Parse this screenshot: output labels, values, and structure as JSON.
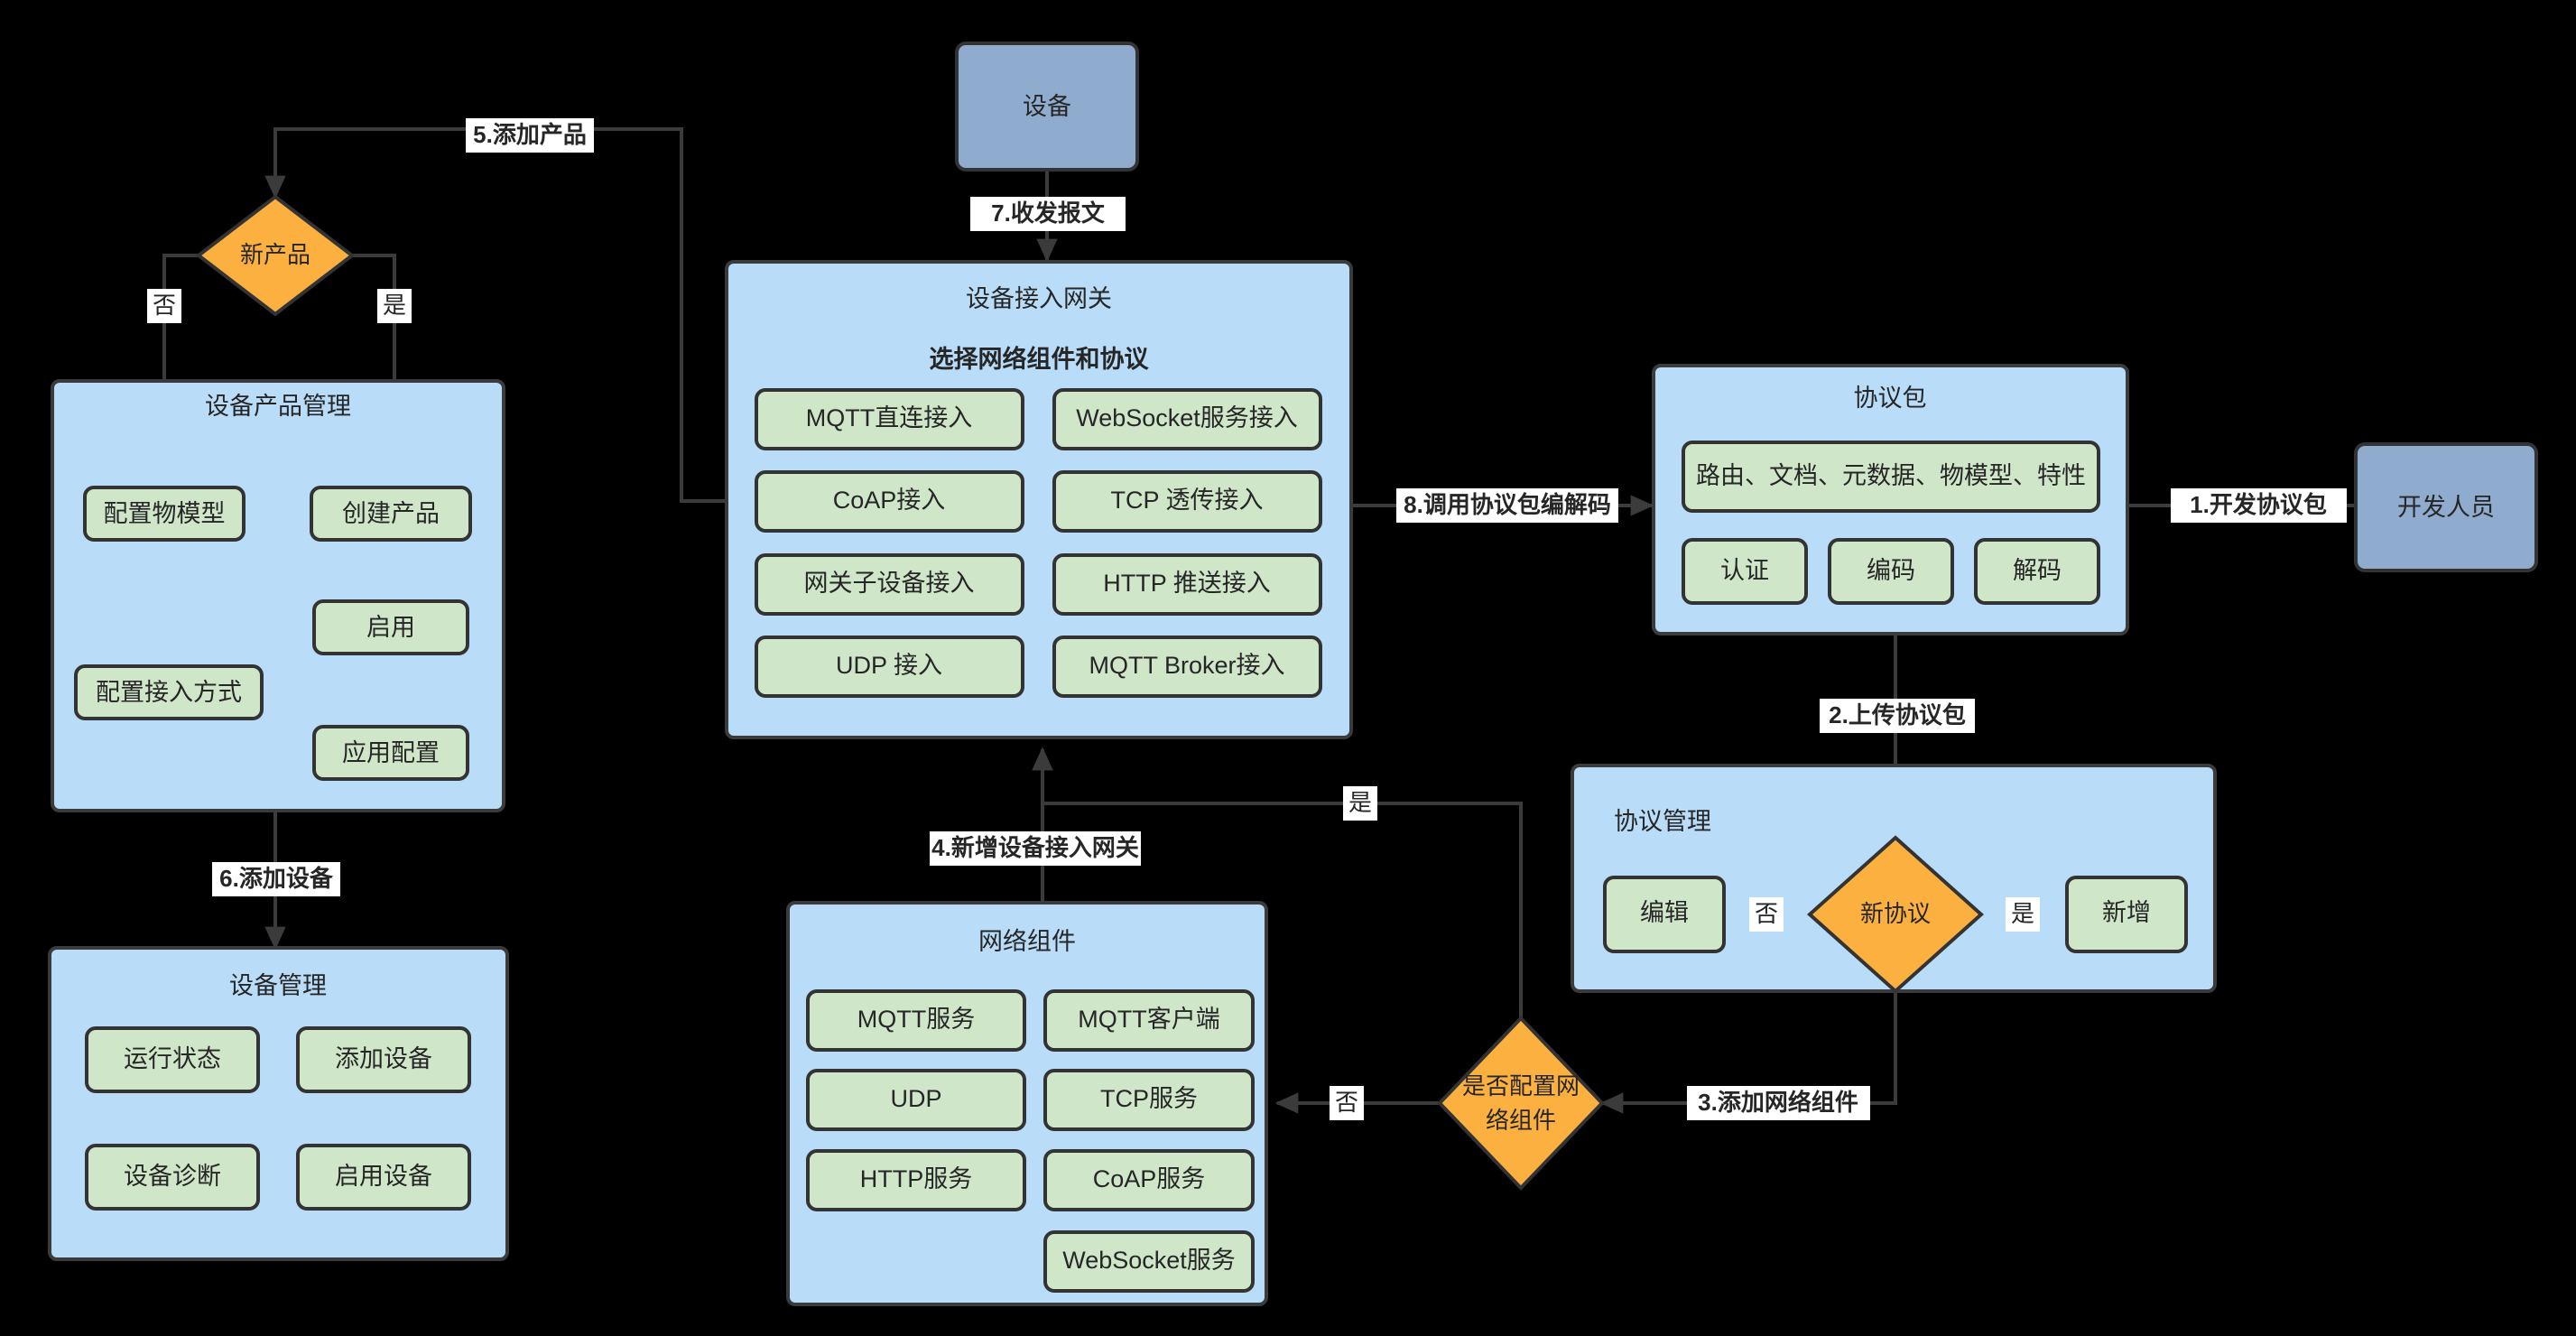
{
  "diagram": {
    "title_hidden": "",
    "colors": {
      "background": "#000000",
      "cluster_fill": "#b9dcf8",
      "node_fill": "#cfe6c9",
      "actor_fill": "#8fabcd",
      "decision_fill": "#fcb040",
      "stroke": "#3b3b3b",
      "label_bg": "#ffffff",
      "text": "#262626"
    },
    "actors": [
      {
        "id": "device",
        "label": "设备"
      },
      {
        "id": "developer",
        "label": "开发人员"
      }
    ],
    "decisions": [
      {
        "id": "new-product",
        "label": "新产品"
      },
      {
        "id": "new-protocol",
        "label": "新协议"
      },
      {
        "id": "configure-network-components",
        "label_line1": "是否配置网",
        "label_line2": "络组件"
      }
    ],
    "clusters": [
      {
        "id": "device-product-management",
        "title": "设备产品管理",
        "nodes": [
          {
            "id": "configure-thing-model",
            "label": "配置物模型"
          },
          {
            "id": "create-product",
            "label": "创建产品"
          },
          {
            "id": "configure-access-mode",
            "label": "配置接入方式"
          },
          {
            "id": "enable",
            "label": "启用"
          },
          {
            "id": "apply-config",
            "label": "应用配置"
          }
        ]
      },
      {
        "id": "device-management",
        "title": "设备管理",
        "nodes": [
          {
            "id": "running-status",
            "label": "运行状态"
          },
          {
            "id": "add-device",
            "label": "添加设备"
          },
          {
            "id": "device-diagnosis",
            "label": "设备诊断"
          },
          {
            "id": "enable-device",
            "label": "启用设备"
          }
        ]
      },
      {
        "id": "device-access-gateway",
        "title": "设备接入网关",
        "subtitle": "选择网络组件和协议",
        "nodes": [
          {
            "id": "mqtt-direct-access",
            "label": "MQTT直连接入"
          },
          {
            "id": "websocket-service-access",
            "label": "WebSocket服务接入"
          },
          {
            "id": "coap-access",
            "label": "CoAP接入"
          },
          {
            "id": "tcp-transparent-access",
            "label": "TCP 透传接入"
          },
          {
            "id": "gateway-subdevice-access",
            "label": "网关子设备接入"
          },
          {
            "id": "http-push-access",
            "label": "HTTP 推送接入"
          },
          {
            "id": "udp-access",
            "label": "UDP 接入"
          },
          {
            "id": "mqtt-broker-access",
            "label": "MQTT Broker接入"
          }
        ]
      },
      {
        "id": "protocol-package",
        "title": "协议包",
        "nodes": [
          {
            "id": "route-doc-metadata-thingmodel-feature",
            "label": "路由、文档、元数据、物模型、特性"
          },
          {
            "id": "authentication",
            "label": "认证"
          },
          {
            "id": "encode",
            "label": "编码"
          },
          {
            "id": "decode",
            "label": "解码"
          }
        ]
      },
      {
        "id": "protocol-management",
        "title": "协议管理",
        "nodes": [
          {
            "id": "edit",
            "label": "编辑"
          },
          {
            "id": "add-new",
            "label": "新增"
          }
        ]
      },
      {
        "id": "network-components",
        "title": "网络组件",
        "nodes": [
          {
            "id": "mqtt-service",
            "label": "MQTT服务"
          },
          {
            "id": "mqtt-client",
            "label": "MQTT客户端"
          },
          {
            "id": "udp",
            "label": "UDP"
          },
          {
            "id": "tcp-service",
            "label": "TCP服务"
          },
          {
            "id": "http-service",
            "label": "HTTP服务"
          },
          {
            "id": "coap-service",
            "label": "CoAP服务"
          },
          {
            "id": "websocket-service",
            "label": "WebSocket服务"
          }
        ]
      }
    ],
    "edge_labels": [
      {
        "id": "step1",
        "text": "1.开发协议包"
      },
      {
        "id": "step2",
        "text": "2.上传协议包"
      },
      {
        "id": "step3",
        "text": "3.添加网络组件"
      },
      {
        "id": "step4",
        "text": "4.新增设备接入网关"
      },
      {
        "id": "step5",
        "text": "5.添加产品"
      },
      {
        "id": "step6",
        "text": "6.添加设备"
      },
      {
        "id": "step7",
        "text": "7.收发报文"
      },
      {
        "id": "step8",
        "text": "8.调用协议包编解码"
      }
    ],
    "branch_labels": [
      {
        "id": "newproduct-no",
        "text": "否"
      },
      {
        "id": "newproduct-yes",
        "text": "是"
      },
      {
        "id": "newprotocol-no",
        "text": "否"
      },
      {
        "id": "newprotocol-yes",
        "text": "是"
      },
      {
        "id": "confignet-no",
        "text": "否"
      },
      {
        "id": "confignet-yes",
        "text": "是"
      }
    ]
  }
}
